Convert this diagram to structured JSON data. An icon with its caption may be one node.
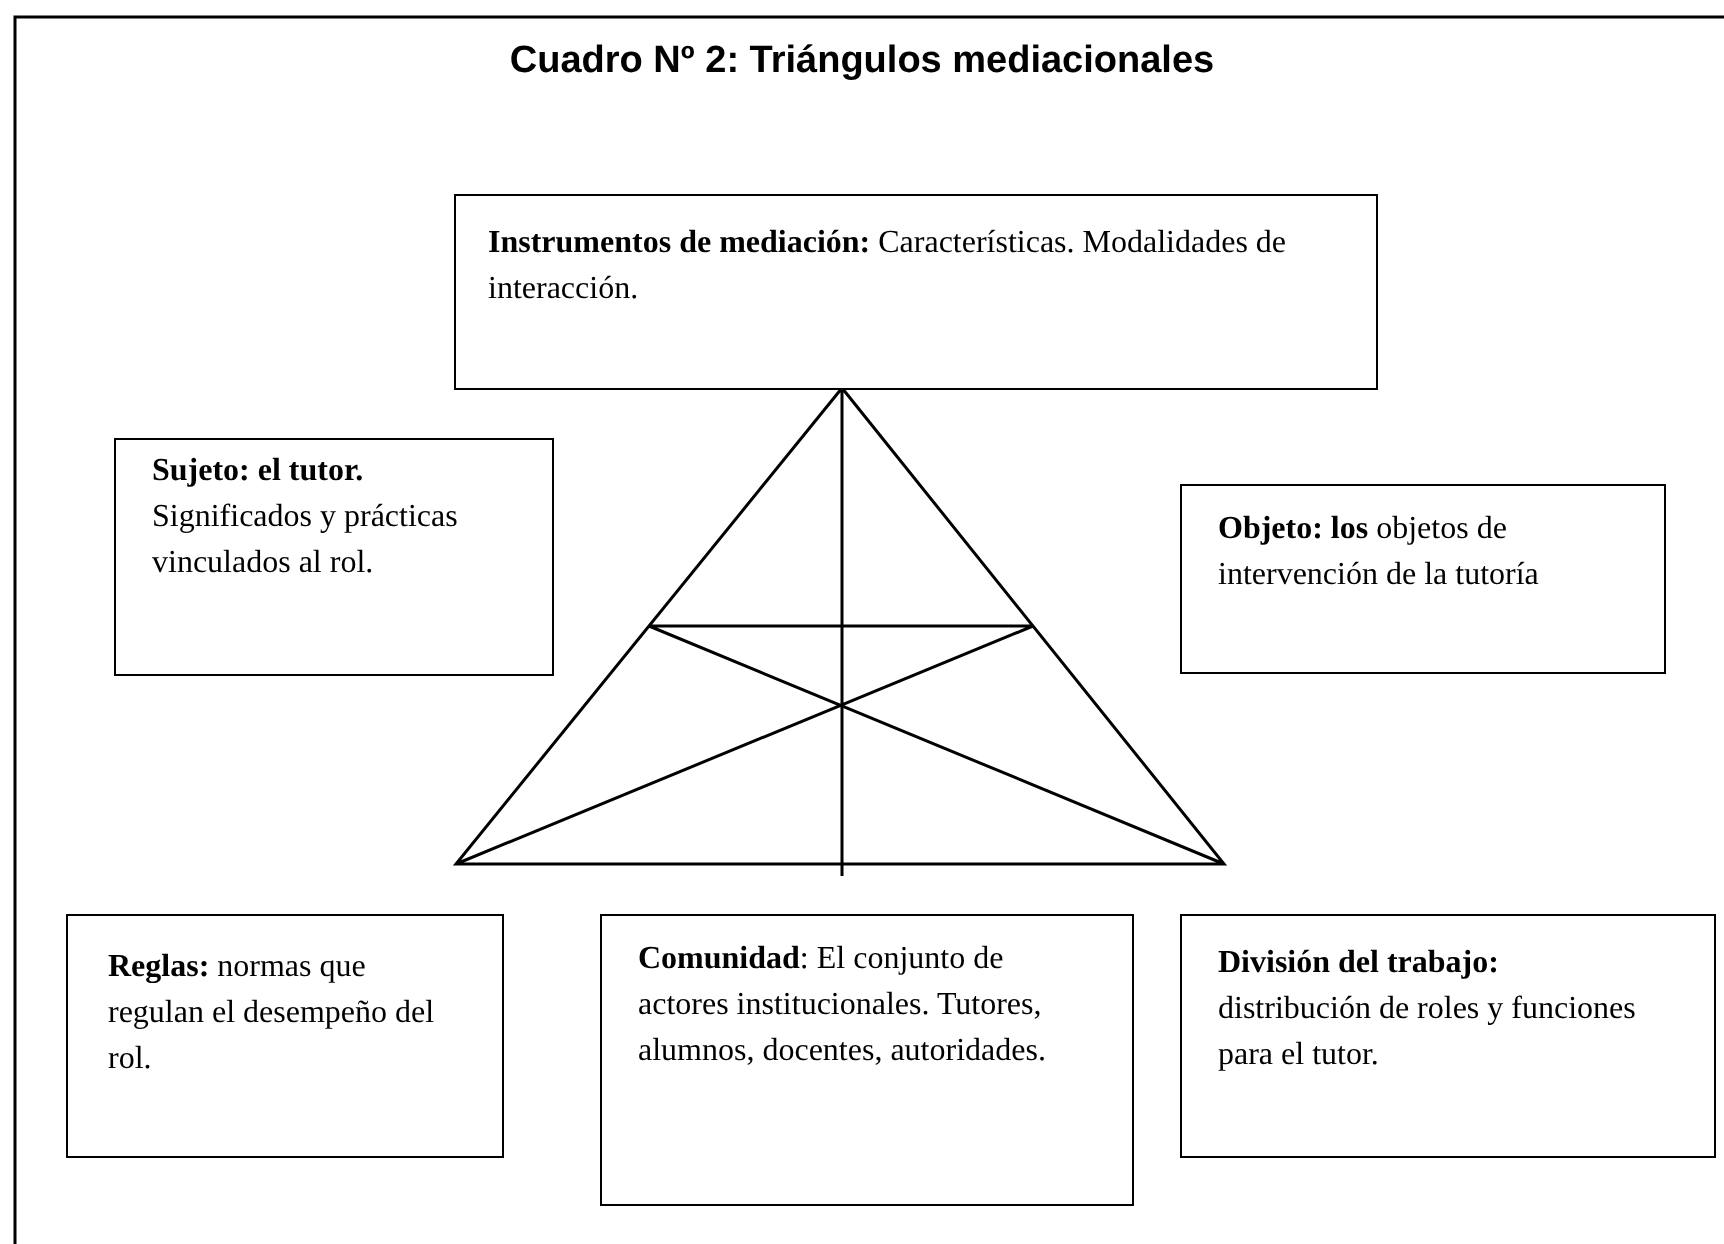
{
  "diagram": {
    "title": "Cuadro Nº 2: Triángulos mediacionales",
    "nodes": [
      {
        "text": [
          "**Instrumentos de mediación:** Características. Modalidades de interacción."
        ]
      },
      {
        "text": [
          "Sujeto: el tutor.",
          "Significados y prácticas vinculados al rol."
        ]
      },
      {
        "text": [
          "**Objeto: los** objetos de intervención de la tutoría"
        ]
      },
      {
        "text": [
          "**Reglas:** normas que regulan el desempeño del rol."
        ]
      },
      {
        "text": [
          "**Comunidad**: El conjunto de actores institucionales. Tutores, alumnos, docentes, autoridades."
        ]
      },
      {
        "text": [
          "División del trabajo:",
          "distribución de roles y funciones para el tutor."
        ]
      }
    ]
  }
}
